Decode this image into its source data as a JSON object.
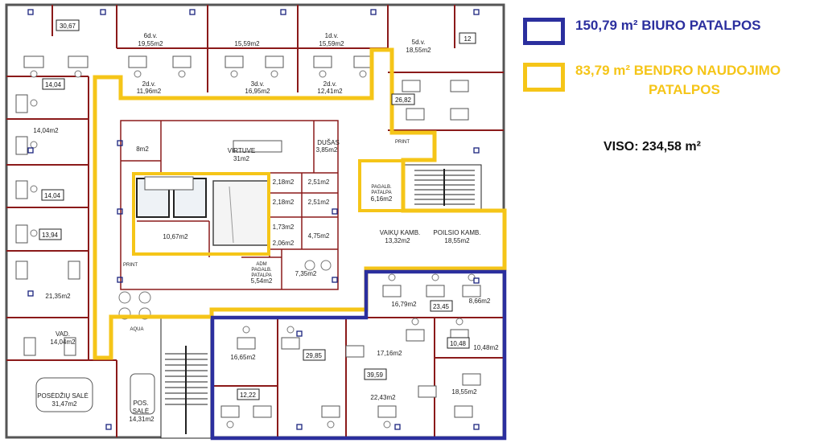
{
  "legend": {
    "office": {
      "area": "150,79 m²",
      "name": "BIURO PATALPOS",
      "color": "#2b2f9e"
    },
    "common": {
      "area": "83,79 m²",
      "name_line1": "BENDRO NAUDOJIMO",
      "name_line2": "PATALPOS",
      "color": "#f5c518"
    },
    "total": "VISO: 234,58 m²",
    "office_text_color": "#2b2f9e",
    "common_text_color": "#f5c518"
  },
  "colors": {
    "wall": "#8b1a1a",
    "line": "#333333"
  },
  "rooms": {
    "r_6dv": "6d.v.",
    "r_6dv_a": "19,55m2",
    "r_1559": "15,59m2",
    "r_1dv": "1d.v.",
    "r_1dv_a": "15,59m2",
    "r_5dv": "5d.v.",
    "r_5dv_a": "18,55m2",
    "r_2dv_a": "2d.v.",
    "r_2dv_a_a": "11,96m2",
    "r_3dv": "3d.v.",
    "r_3dv_a": "16,95m2",
    "r_2dv_b": "2d.v.",
    "r_2dv_b_a": "12,41m2",
    "r_1404": "14,04m2",
    "r_8m2": "8m2",
    "virtuve": "VIRTUVE",
    "virtuve_a": "31m2",
    "dusas": "DUŠAS",
    "dusas_a": "3,85m2",
    "r_218a": "2,18m2",
    "r_251a": "2,51m2",
    "r_218b": "2,18m2",
    "r_251b": "2,51m2",
    "r_173": "1,73m2",
    "r_475": "4,75m2",
    "r_206": "2,06m2",
    "r_1067": "10,67m2",
    "pagalb": "PAGALB.",
    "patalpa": "PATALPA",
    "pagalb_a": "6,16m2",
    "vaiku": "VAIKŲ KAMB.",
    "vaiku_a": "13,32m2",
    "poilsio": "POILSIO KAMB.",
    "poilsio_a": "18,55m2",
    "adm1": "ADM",
    "adm2": "PAGALB.",
    "adm3": "PATALPA",
    "adm_a": "5,54m2",
    "r_735": "7,35m2",
    "r_2135": "21,35m2",
    "vad": "VAD.",
    "vad_a": "14,04m2",
    "posedziu": "POSĖDŽIŲ SALĖ",
    "posedziu_a": "31,47m2",
    "pos1": "POS.",
    "pos2": "SALĖ",
    "pos_a": "14,31m2",
    "r_1679": "16,79m2",
    "r_866": "8,66m2",
    "r_1685": "16,65m2",
    "r_1716": "17,16m2",
    "r_1048": "10,48m2",
    "r_2243": "22,43m2",
    "r_1855": "18,55m2",
    "print1": "PRINT",
    "print2": "PRINT",
    "aqua": "AQUA"
  },
  "area_boxes": {
    "b3067": "30,67",
    "b12": "12",
    "b1404a": "14,04",
    "b2682": "26,82",
    "b1404b": "14,04",
    "b1394": "13,94",
    "b2345": "23,45",
    "b2985": "29,85",
    "b1048": "10,48",
    "b3959": "39,59",
    "b1222": "12,22"
  }
}
